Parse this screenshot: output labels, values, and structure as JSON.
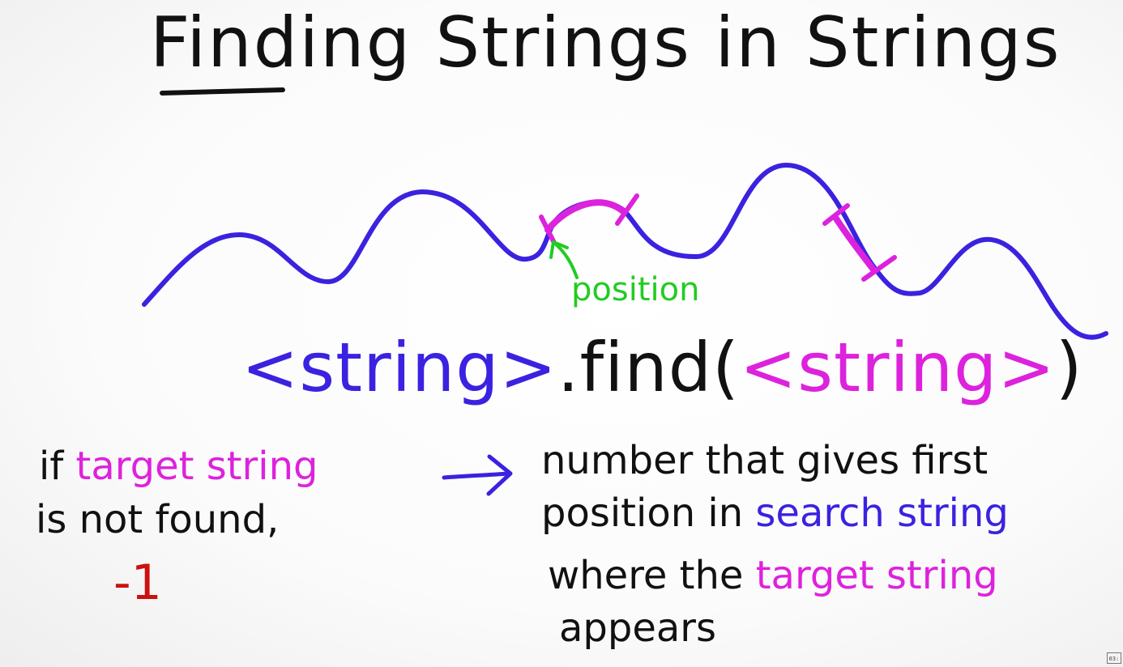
{
  "title": {
    "text": "Finding Strings in Strings"
  },
  "diagram": {
    "position_label": "position"
  },
  "syntax": {
    "object": "<string>",
    "method": ".find(",
    "argument": "<string>",
    "close": ")"
  },
  "left_note": {
    "line1_prefix": "if ",
    "line1_highlight": "target string",
    "line2": "is not found,",
    "result": "-1"
  },
  "right_note": {
    "line1": "number that gives first",
    "line2_prefix": "position in ",
    "line2_highlight": "search string",
    "line3_prefix": "where the ",
    "line3_highlight": "target string",
    "line4": "appears"
  },
  "player": {
    "timestamp": "03:"
  },
  "colors": {
    "ink": "#111111",
    "search_string": "#3a22e0",
    "target_string": "#dd22dd",
    "position_marker": "#22cc22",
    "not_found": "#cc1111"
  }
}
